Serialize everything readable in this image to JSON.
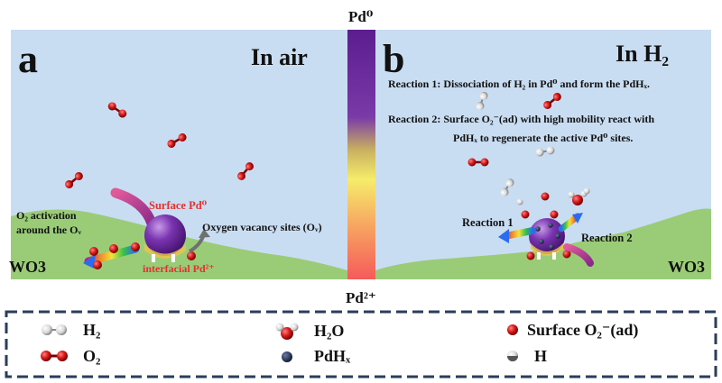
{
  "panel_a": {
    "letter": "a",
    "title": "In air",
    "substrate": "WO3",
    "labels": {
      "surface_pd": "Surface Pd⁰",
      "o2_activation_1": "O₂ activation",
      "o2_activation_2": "around the Oᵥ",
      "oxygen_vacancy": "Oxygen vacancy sites (Oᵥ)",
      "interfacial_pd": "interfacial Pd²⁺"
    }
  },
  "panel_b": {
    "letter": "b",
    "title": "In H₂",
    "substrate": "WO3",
    "reaction1_text": "Reaction 1: Dissociation of H₂ in Pd⁰ and form the PdHₓ.",
    "reaction2_line1": "Reaction 2: Surface O₂⁻(ad) with high mobility react with",
    "reaction2_line2": "PdHₓ to regenerate the active Pd⁰ sites.",
    "reaction1_label": "Reaction 1",
    "reaction2_label": "Reaction 2"
  },
  "gradient_bar": {
    "top_label": "Pd⁰",
    "bottom_label": "Pd²⁺"
  },
  "legend": [
    {
      "icon": "h2-molecule-icon",
      "label": "H₂"
    },
    {
      "icon": "h2o-molecule-icon",
      "label": "H₂O"
    },
    {
      "icon": "surface-o2-icon",
      "label": "Surface O₂⁻(ad)"
    },
    {
      "icon": "o2-molecule-icon",
      "label": "O₂"
    },
    {
      "icon": "pdhx-icon",
      "label": "PdHₓ"
    },
    {
      "icon": "h-atom-icon",
      "label": "H"
    }
  ],
  "colors": {
    "sky": "#c9ddf2",
    "ground": "#9acc78",
    "oxygen": "#d01818",
    "pd_purple": "#6a2a9e",
    "pd_text_red": "#e53030",
    "legend_border": "#2b3d5c"
  }
}
